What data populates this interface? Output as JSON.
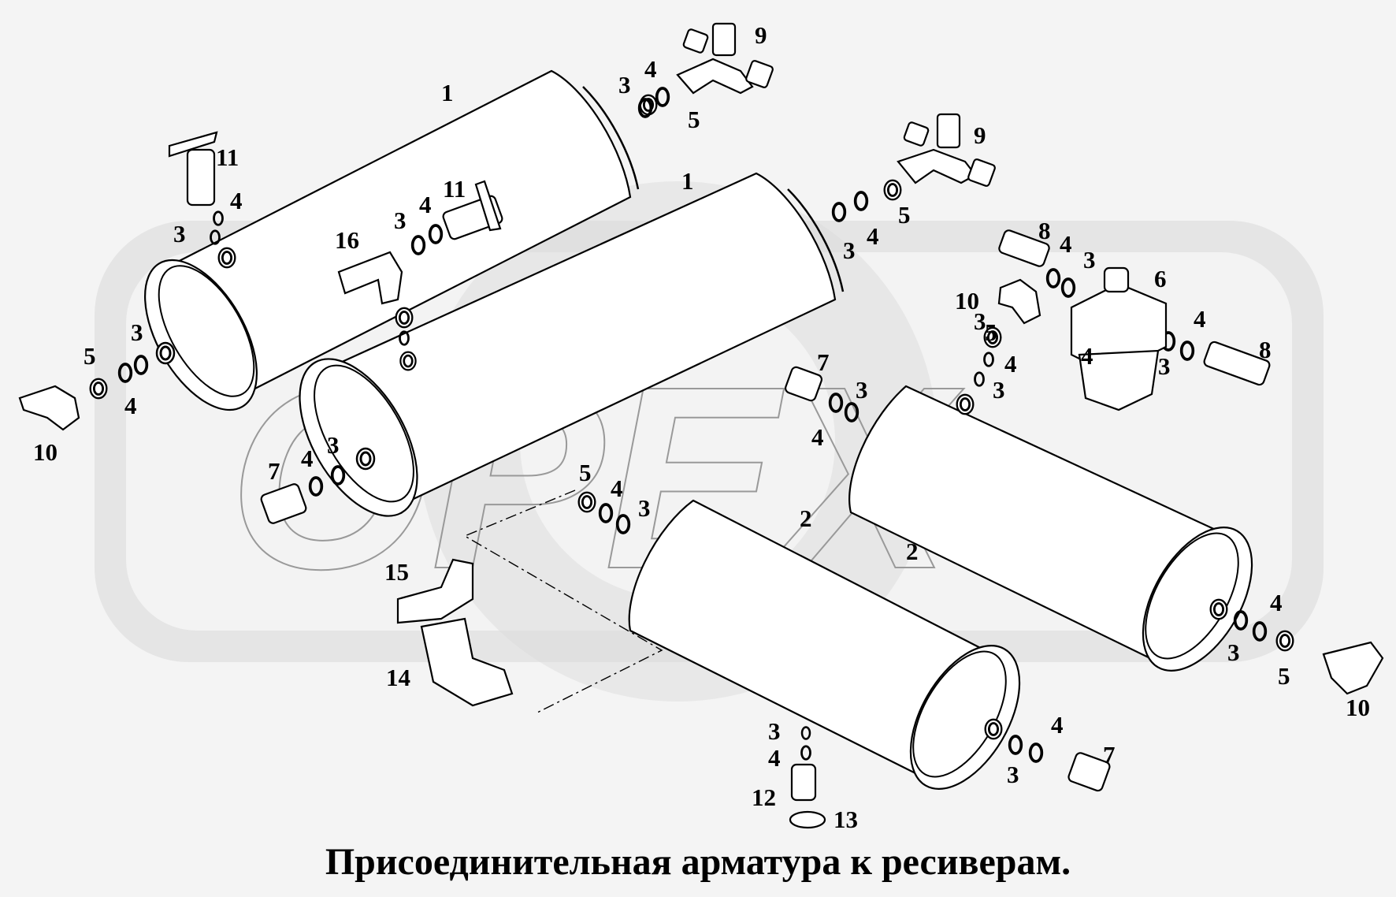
{
  "caption": "Присоединительная арматура к ресиверам.",
  "watermark": "OPEX",
  "labels": [
    {
      "id": "l1a",
      "text": "1"
    },
    {
      "id": "l1b",
      "text": "1"
    },
    {
      "id": "l2a",
      "text": "2"
    },
    {
      "id": "l2b",
      "text": "2"
    },
    {
      "id": "l3a",
      "text": "3"
    },
    {
      "id": "l3b",
      "text": "3"
    },
    {
      "id": "l3c",
      "text": "3"
    },
    {
      "id": "l3d",
      "text": "3"
    },
    {
      "id": "l3e",
      "text": "3"
    },
    {
      "id": "l3f",
      "text": "3"
    },
    {
      "id": "l3g",
      "text": "3"
    },
    {
      "id": "l3h",
      "text": "3"
    },
    {
      "id": "l3i",
      "text": "3"
    },
    {
      "id": "l3j",
      "text": "3"
    },
    {
      "id": "l3k",
      "text": "3"
    },
    {
      "id": "l3l",
      "text": "3"
    },
    {
      "id": "l3m",
      "text": "3"
    },
    {
      "id": "l3n",
      "text": "3"
    },
    {
      "id": "l3o",
      "text": "3"
    },
    {
      "id": "l4a",
      "text": "4"
    },
    {
      "id": "l4b",
      "text": "4"
    },
    {
      "id": "l4c",
      "text": "4"
    },
    {
      "id": "l4d",
      "text": "4"
    },
    {
      "id": "l4e",
      "text": "4"
    },
    {
      "id": "l4f",
      "text": "4"
    },
    {
      "id": "l4g",
      "text": "4"
    },
    {
      "id": "l4h",
      "text": "4"
    },
    {
      "id": "l4i",
      "text": "4"
    },
    {
      "id": "l4j",
      "text": "4"
    },
    {
      "id": "l4k",
      "text": "4"
    },
    {
      "id": "l4l",
      "text": "4"
    },
    {
      "id": "l4m",
      "text": "4"
    },
    {
      "id": "l4n",
      "text": "4"
    },
    {
      "id": "l4o",
      "text": "4"
    },
    {
      "id": "l5a",
      "text": "5"
    },
    {
      "id": "l5b",
      "text": "5"
    },
    {
      "id": "l5c",
      "text": "5"
    },
    {
      "id": "l5d",
      "text": "5"
    },
    {
      "id": "l5e",
      "text": "5"
    },
    {
      "id": "l5f",
      "text": "5"
    },
    {
      "id": "l6",
      "text": "6"
    },
    {
      "id": "l7a",
      "text": "7"
    },
    {
      "id": "l7b",
      "text": "7"
    },
    {
      "id": "l7c",
      "text": "7"
    },
    {
      "id": "l8a",
      "text": "8"
    },
    {
      "id": "l8b",
      "text": "8"
    },
    {
      "id": "l9a",
      "text": "9"
    },
    {
      "id": "l9b",
      "text": "9"
    },
    {
      "id": "l10a",
      "text": "10"
    },
    {
      "id": "l10b",
      "text": "10"
    },
    {
      "id": "l10c",
      "text": "10"
    },
    {
      "id": "l11a",
      "text": "11"
    },
    {
      "id": "l11b",
      "text": "11"
    },
    {
      "id": "l12",
      "text": "12"
    },
    {
      "id": "l13",
      "text": "13"
    },
    {
      "id": "l14",
      "text": "14"
    },
    {
      "id": "l15",
      "text": "15"
    },
    {
      "id": "l16",
      "text": "16"
    }
  ]
}
